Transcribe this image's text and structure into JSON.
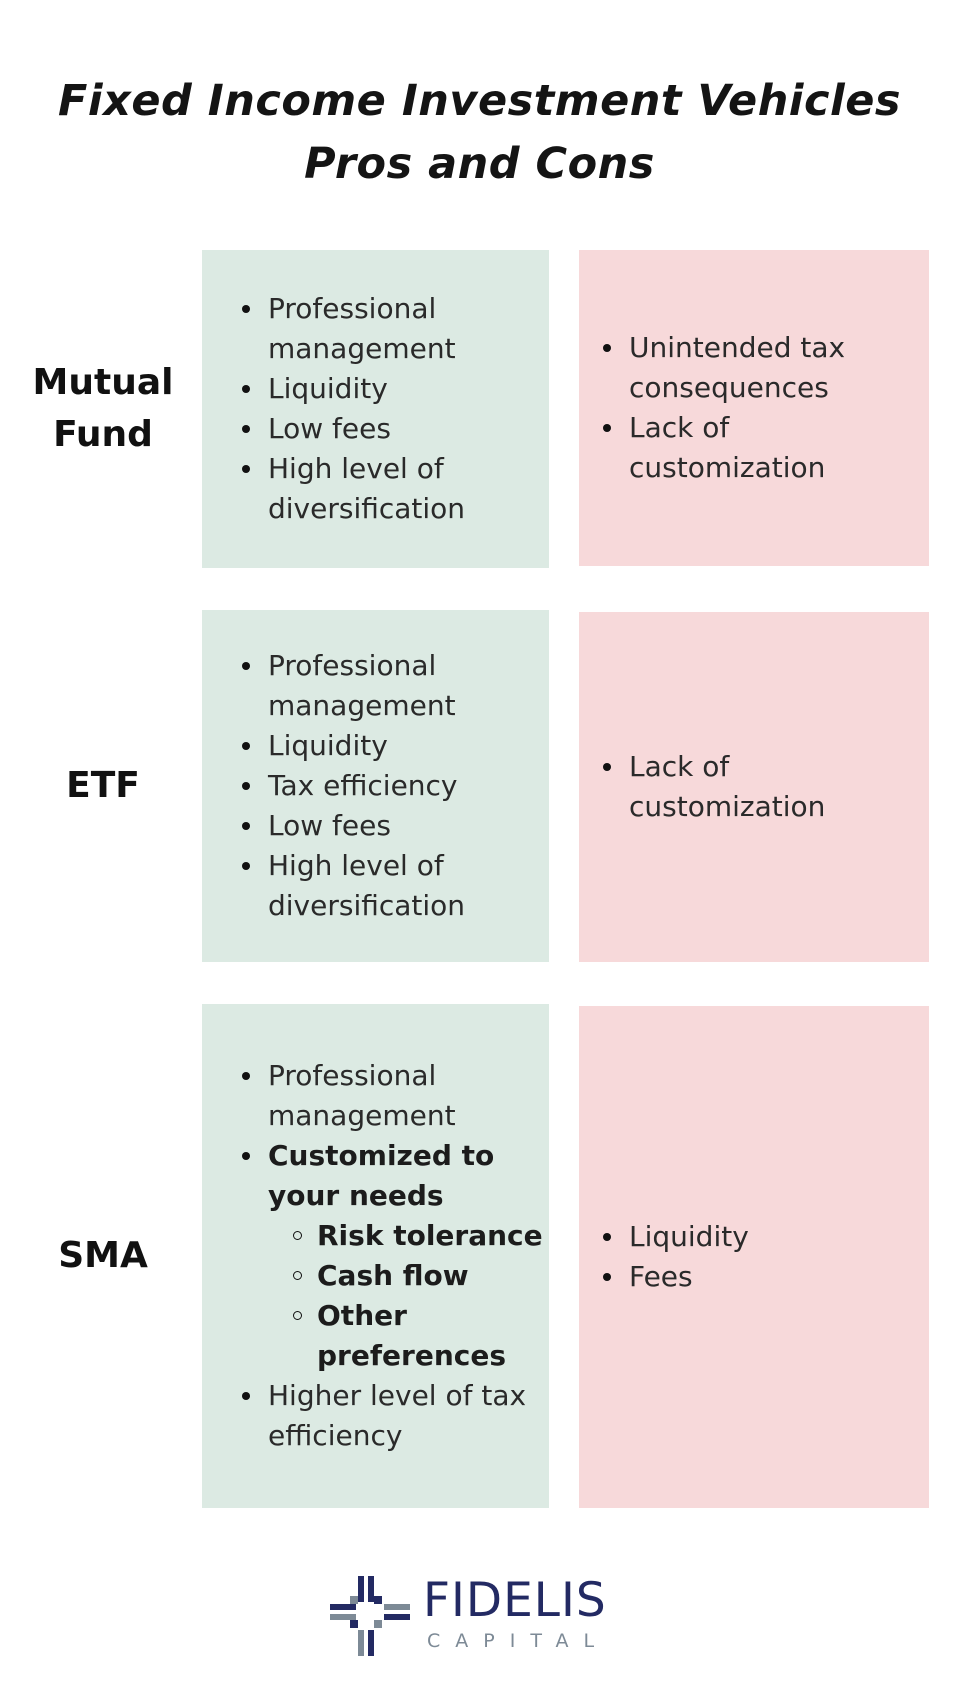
{
  "title": {
    "line1": "Fixed Income Investment Vehicles",
    "line2": "Pros and Cons"
  },
  "rows": [
    {
      "label_lines": [
        "Mutual",
        "Fund"
      ],
      "pros": [
        "Professional management",
        "Liquidity",
        "Low fees",
        "High level of diversification"
      ],
      "cons": [
        "Unintended tax consequences",
        "Lack of customization"
      ]
    },
    {
      "label_lines": [
        "ETF"
      ],
      "pros": [
        "Professional management",
        "Liquidity",
        "Tax efficiency",
        "Low fees",
        "High level of diversification"
      ],
      "cons": [
        "Lack of customization"
      ]
    },
    {
      "label_lines": [
        "SMA"
      ],
      "pros": [
        "Professional management",
        "Customized to your needs",
        "Higher level of tax efficiency"
      ],
      "pros_sub": [
        "Risk tolerance",
        "Cash flow",
        "Other preferences"
      ],
      "cons": [
        "Liquidity",
        "Fees"
      ]
    }
  ],
  "logo": {
    "name": "FIDELIS",
    "subname": "CAPITAL",
    "colors": {
      "navy": "#232a63",
      "gray": "#7d8a96"
    }
  },
  "colors": {
    "pros_bg": "#dceae3",
    "cons_bg": "#f7d9da"
  }
}
